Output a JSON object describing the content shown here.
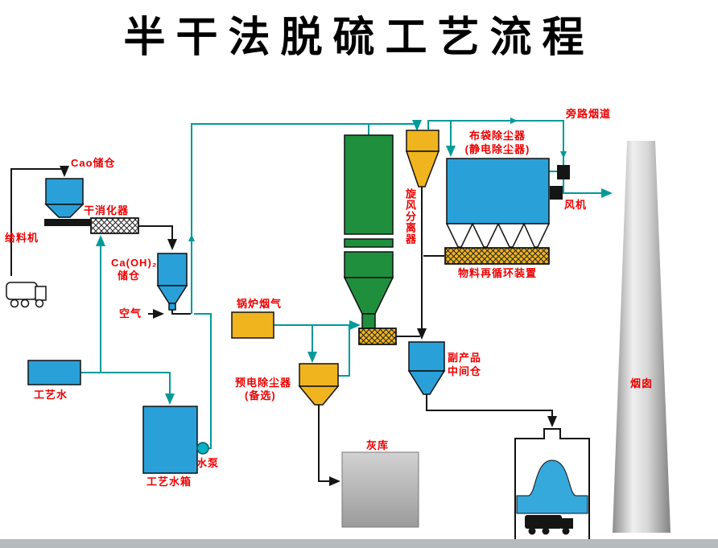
{
  "title": "半干法脱硫工艺流程",
  "labels": {
    "cao_silo": "Cao储仓",
    "dry_slaker": "干消化器",
    "feeder": "给料机",
    "caoh2_line1": "Ca(OH)₂",
    "caoh2_line2": "储仓",
    "air": "空气",
    "process_water": "工艺水",
    "process_water_tank": "工艺水箱",
    "water_pump": "水泵",
    "boiler_flue_gas": "锅炉烟气",
    "pre_esp_line1": "预电除尘器",
    "pre_esp_line2": "(备选)",
    "cyclone": "旋风分离器",
    "bag_filter_line1": "布袋除尘器",
    "bag_filter_line2": "(静电除尘器)",
    "recirculation": "物料再循环装置",
    "bypass_flue": "旁路烟道",
    "fan": "风机",
    "chimney": "烟囱",
    "byproduct_line1": "副产品",
    "byproduct_line2": "中间仓",
    "ash_silo": "灰库"
  },
  "colors": {
    "label_red": "#ee0000",
    "equipment_blue": "#29a0d8",
    "tower_green": "#1f8f3e",
    "equipment_yellow": "#f0b41e",
    "pipe_teal": "#009a9a",
    "line_black": "#151515"
  }
}
